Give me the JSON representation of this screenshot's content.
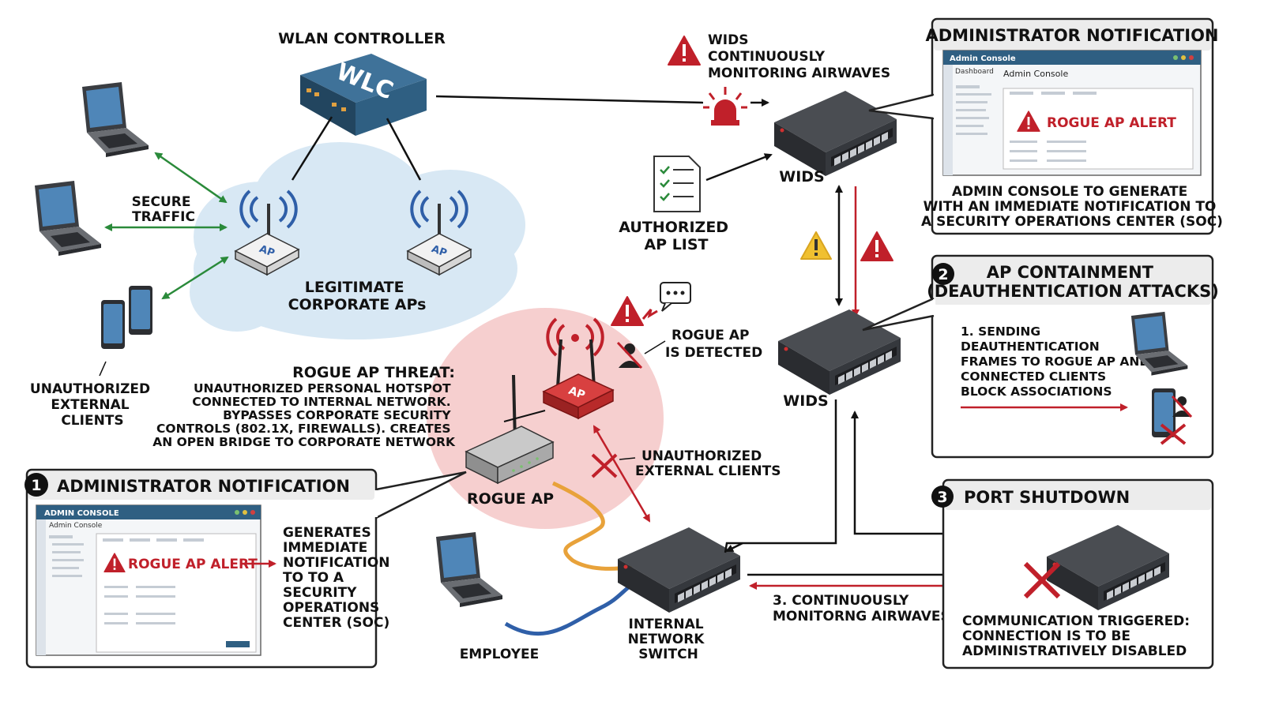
{
  "colors": {
    "accent_red": "#c0202a",
    "arrow_green": "#2a8a3a",
    "cloud_blue": "#d8e8f4",
    "rogue_pink": "#f6cfcf",
    "wlc_blue": "#2f5f82",
    "switch_dark": "#3a3d42",
    "cable_orange": "#e8a23a",
    "cable_blue": "#2f5fa8"
  },
  "icons": [
    "laptop-icon",
    "phone-icon",
    "access-point-icon",
    "wlc-icon",
    "switch-icon",
    "warning-icon",
    "siren-icon",
    "checklist-icon",
    "speech-bubble-icon",
    "person-blocked-icon",
    "x-mark-icon"
  ],
  "labels": {
    "wlan_controller": "WLAN CONTROLLER",
    "wlc_badge": "WLC",
    "ap_badge": "AP",
    "secure_traffic": [
      "SECURE",
      "TRAFFIC"
    ],
    "legit_aps": [
      "LEGITIMATE",
      "CORPORATE APs"
    ],
    "unauth_clients_left": [
      "UNAUTHORIZED",
      "EXTERNAL",
      "CLIENTS"
    ],
    "wids_monitor": [
      "WIDS",
      "CONTINUOUSLY",
      "MONITORING AIRWAVES"
    ],
    "authorized_list": [
      "AUTHORIZED",
      "AP LIST"
    ],
    "wids_top": "WIDS",
    "wids_mid": "WIDS",
    "rogue_detected": [
      "ROGUE AP",
      "IS DETECTED"
    ],
    "rogue_threat_title": "ROGUE AP THREAT:",
    "rogue_threat_body": [
      "UNAUTHORIZED PERSONAL HOTSPOT",
      "CONNECTED TO INTERNAL NETWORK.",
      "BYPASSES CORPORATE SECURITY",
      "CONTROLS (802.1X, FIREWALLS). CREATES",
      "AN OPEN BRIDGE TO CORPORATE NETWORK"
    ],
    "rogue_ap": "ROGUE AP",
    "unauth_clients_mid": [
      "UNAUTHORIZED",
      "EXTERNAL CLIENTS"
    ],
    "employee": "EMPLOYEE",
    "internal_switch": [
      "INTERNAL",
      "NETWORK",
      "SWITCH"
    ],
    "continuous": [
      "3. CONTINUOUSLY",
      "MONITORNG AIRWAVES"
    ]
  },
  "panel_top": {
    "title": "ADMINISTRATOR NOTIFICATION",
    "console_bar": "Admin Console",
    "console_heading": "Admin Console",
    "console_sidebar": "Dashboard",
    "alert": "ROGUE AP ALERT",
    "caption": [
      "ADMIN CONSOLE TO GENERATE",
      "WITH AN IMMEDIATE NOTIFICATION TO",
      "A SECURITY OPERATIONS CENTER (SOC)"
    ]
  },
  "panel_1": {
    "number": "1",
    "title": "ADMINISTRATOR NOTIFICATION",
    "console_bar": "ADMIN CONSOLE",
    "console_sidebar": "Admin Console",
    "alert": "ROGUE AP ALERT",
    "caption": [
      "GENERATES",
      "IMMEDIATE",
      "NOTIFICATION",
      "TO TO A",
      "SECURITY",
      "OPERATIONS",
      "CENTER (SOC)"
    ]
  },
  "panel_2": {
    "number": "2",
    "title": [
      "AP CONTAINMENT",
      "(DEAUTHENTICATION ATTACKS)"
    ],
    "body": [
      "1. SENDING",
      "DEAUTHENTICATION",
      "FRAMES TO ROGUE AP AND",
      "CONNECTED CLIENTS",
      "BLOCK ASSOCIATIONS"
    ]
  },
  "panel_3": {
    "number": "3",
    "title": "PORT SHUTDOWN",
    "body": [
      "COMMUNICATION TRIGGERED:",
      "CONNECTION IS TO BE",
      "ADMINISTRATIVELY DISABLED"
    ]
  }
}
